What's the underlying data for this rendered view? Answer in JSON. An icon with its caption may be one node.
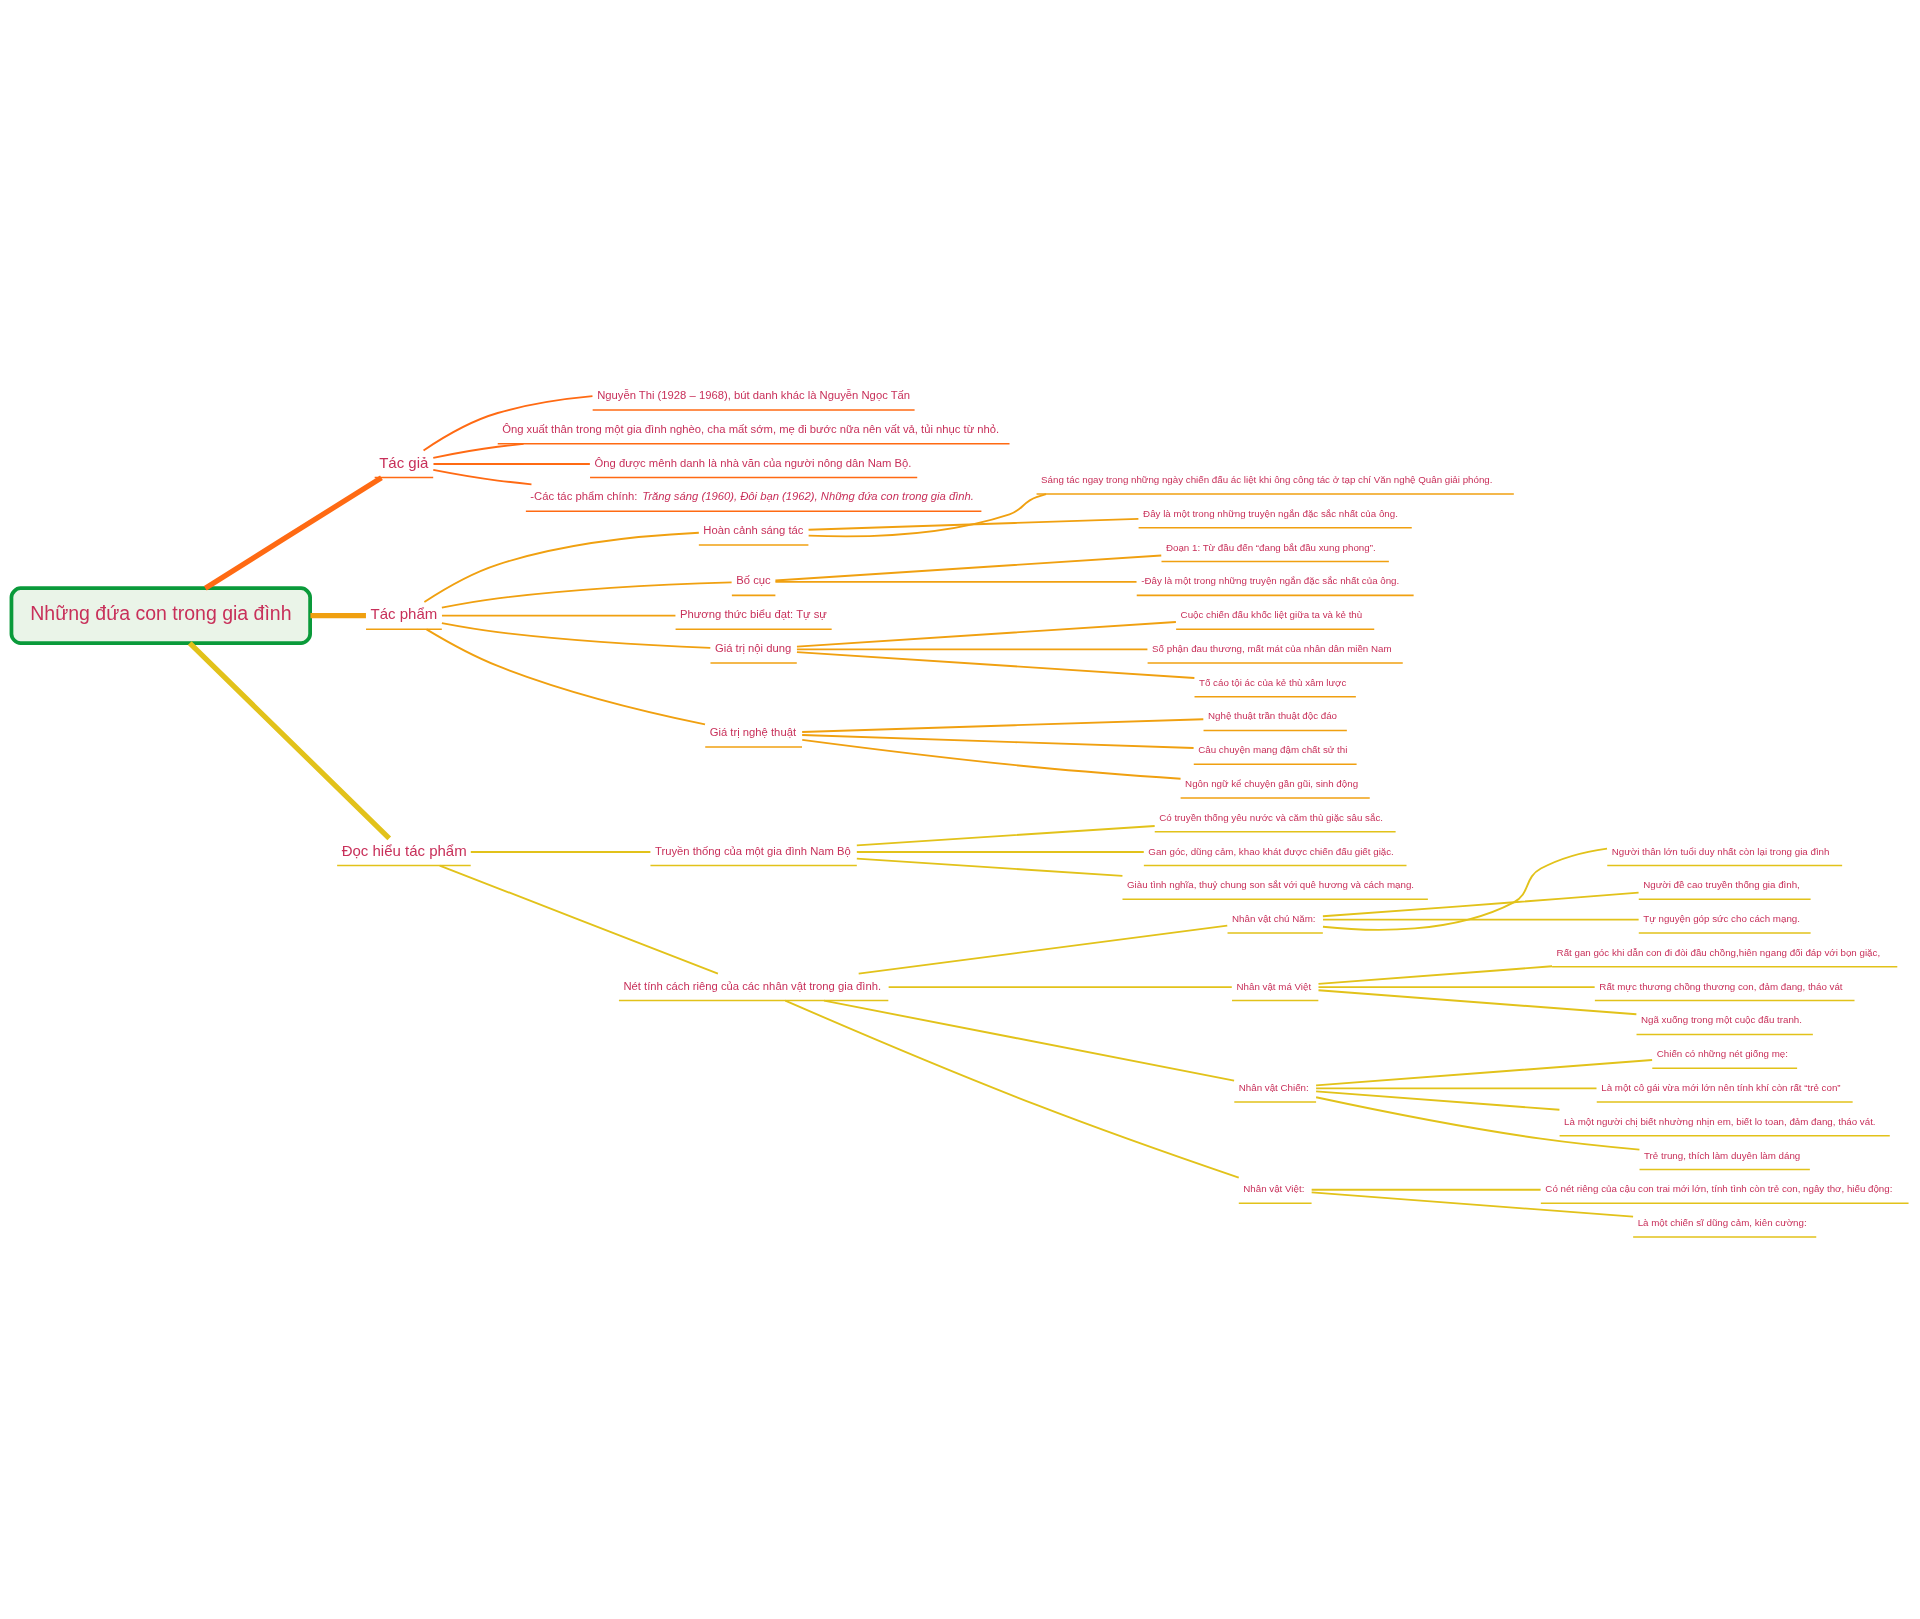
{
  "diagram": {
    "nodes": [
      {
        "text": [
          "Những đứa con trong gia đình"
        ]
      },
      {
        "text": [
          "Tác giả"
        ]
      },
      {
        "text": [
          "Nguyễn Thi (1928 – 1968), bút danh khác là Nguyễn Ngọc Tấn"
        ]
      },
      {
        "text": [
          "Ông xuất thân trong một gia đình nghèo, cha mất sớm, mẹ đi bước nữa nên vất vả, tủi nhục từ nhỏ."
        ]
      },
      {
        "text": [
          "Ông được mênh danh là nhà văn của người nông dân Nam Bộ."
        ]
      },
      {
        "text": [
          "-Các tác phẩm chính: *Trăng sáng (1960), Đôi bạn (1962), Những đứa con trong gia đình.*"
        ]
      },
      {
        "text": [
          "Tác phẩm"
        ]
      },
      {
        "text": [
          "Hoàn cảnh sáng tác"
        ]
      },
      {
        "text": [
          "Sáng tác ngay trong những ngày chiến đấu ác liệt khi ông công tác ở tạp chí Văn nghệ Quân giải phóng."
        ]
      },
      {
        "text": [
          "Đây là một trong những truyện ngắn đặc sắc nhất của ông."
        ]
      },
      {
        "text": [
          "Bố cục"
        ]
      },
      {
        "text": [
          "Đoạn 1: Từ đầu đến “đang bắt đầu xung phong”."
        ]
      },
      {
        "text": [
          "-Đây là một trong những truyện ngắn đặc sắc nhất của ông."
        ]
      },
      {
        "text": [
          "Phương thức biểu đạt: Tự sự"
        ]
      },
      {
        "text": [
          "Giá trị nội dung"
        ]
      },
      {
        "text": [
          "Cuộc chiến đấu khốc liệt giữa ta và kẻ thù"
        ]
      },
      {
        "text": [
          "Số phận đau thương, mất mát của nhân dân miền Nam"
        ]
      },
      {
        "text": [
          "Tố cáo tội ác của kẻ thù xâm lược"
        ]
      },
      {
        "text": [
          "Giá trị nghệ thuật"
        ]
      },
      {
        "text": [
          "Nghệ thuật trần thuật độc đáo"
        ]
      },
      {
        "text": [
          "Câu chuyện mang đậm chất sử thi"
        ]
      },
      {
        "text": [
          "Ngôn ngữ kể chuyện gần gũi, sinh động"
        ]
      },
      {
        "text": [
          "Đọc hiểu tác phẩm"
        ]
      },
      {
        "text": [
          "Truyền thống của một gia đình Nam Bộ"
        ]
      },
      {
        "text": [
          "Có truyền thống yêu nước và căm thù giặc sâu sắc."
        ]
      },
      {
        "text": [
          "Gan góc, dũng cảm, khao khát được chiến đấu giết giặc."
        ]
      },
      {
        "text": [
          "Giàu tình nghĩa, thuỷ chung son sắt với quê hương và cách mạng."
        ]
      },
      {
        "text": [
          "Nét tính cách riêng của các nhân vật trong gia đình."
        ]
      },
      {
        "text": [
          "Nhân vật chú Năm:"
        ]
      },
      {
        "text": [
          "Người thân lớn tuổi duy nhất còn lại trong gia đình"
        ]
      },
      {
        "text": [
          "Người đề cao truyền thống gia đình,"
        ]
      },
      {
        "text": [
          "Tự nguyện góp sức cho cách mạng."
        ]
      },
      {
        "text": [
          "Nhân vật má Việt"
        ]
      },
      {
        "text": [
          "Rất gan góc khi dẫn con đi đòi đầu chồng,hiên ngang đối đáp với bọn giặc,"
        ]
      },
      {
        "text": [
          "Rất mực thương chồng thương con, đảm đang, tháo vát"
        ]
      },
      {
        "text": [
          "Ngã xuống trong một cuộc đấu tranh."
        ]
      },
      {
        "text": [
          "Nhân vật Chiến:"
        ]
      },
      {
        "text": [
          "Chiến có những nét giống mẹ:"
        ]
      },
      {
        "text": [
          "Là một cô gái vừa mới lớn nên tính khí còn rất “trẻ con”"
        ]
      },
      {
        "text": [
          "Là một người chị biết nhường nhịn em, biết lo toan, đảm đang, tháo vát."
        ]
      },
      {
        "text": [
          "Trẻ trung, thích làm duyên làm dáng"
        ]
      },
      {
        "text": [
          "Nhân vật Việt:"
        ]
      },
      {
        "text": [
          "Có nét riêng của cậu con trai mới lớn, tính tình còn trẻ con, ngây thơ, hiếu động:"
        ]
      },
      {
        "text": [
          "Là một chiến sĩ dũng cảm, kiên cường:"
        ]
      }
    ],
    "edges": [
      {
        "from": 0,
        "to": 1,
        "arrow": "none",
        "style": "thick",
        "color": "#ff6a13"
      },
      {
        "from": 1,
        "to": 2,
        "arrow": "none",
        "color": "#ff6a13"
      },
      {
        "from": 1,
        "to": 3,
        "arrow": "none",
        "color": "#ff6a13"
      },
      {
        "from": 1,
        "to": 4,
        "arrow": "none",
        "color": "#ff6a13"
      },
      {
        "from": 1,
        "to": 5,
        "arrow": "none",
        "color": "#ff6a13"
      },
      {
        "from": 0,
        "to": 6,
        "arrow": "none",
        "style": "thick",
        "color": "#f0a010"
      },
      {
        "from": 6,
        "to": 7,
        "arrow": "none",
        "color": "#f0a010"
      },
      {
        "from": 7,
        "to": 8,
        "arrow": "none",
        "color": "#f0a010"
      },
      {
        "from": 7,
        "to": 9,
        "arrow": "none",
        "color": "#f0a010"
      },
      {
        "from": 6,
        "to": 10,
        "arrow": "none",
        "color": "#f0a010"
      },
      {
        "from": 10,
        "to": 11,
        "arrow": "none",
        "color": "#f0a010"
      },
      {
        "from": 10,
        "to": 12,
        "arrow": "none",
        "color": "#f0a010"
      },
      {
        "from": 6,
        "to": 13,
        "arrow": "none",
        "color": "#f0a010"
      },
      {
        "from": 6,
        "to": 14,
        "arrow": "none",
        "color": "#f0a010"
      },
      {
        "from": 14,
        "to": 15,
        "arrow": "none",
        "color": "#f0a010"
      },
      {
        "from": 14,
        "to": 16,
        "arrow": "none",
        "color": "#f0a010"
      },
      {
        "from": 14,
        "to": 17,
        "arrow": "none",
        "color": "#f0a010"
      },
      {
        "from": 6,
        "to": 18,
        "arrow": "none",
        "color": "#f0a010"
      },
      {
        "from": 18,
        "to": 19,
        "arrow": "none",
        "color": "#f0a010"
      },
      {
        "from": 18,
        "to": 20,
        "arrow": "none",
        "color": "#f0a010"
      },
      {
        "from": 18,
        "to": 21,
        "arrow": "none",
        "color": "#f0a010"
      },
      {
        "from": 0,
        "to": 22,
        "arrow": "none",
        "style": "thick"
      },
      {
        "from": 22,
        "to": 23,
        "arrow": "none"
      },
      {
        "from": 23,
        "to": 24,
        "arrow": "none"
      },
      {
        "from": 23,
        "to": 25,
        "arrow": "none"
      },
      {
        "from": 23,
        "to": 26,
        "arrow": "none"
      },
      {
        "from": 22,
        "to": 27,
        "arrow": "none"
      },
      {
        "from": 27,
        "to": 28,
        "arrow": "none"
      },
      {
        "from": 28,
        "to": 29,
        "arrow": "none"
      },
      {
        "from": 28,
        "to": 30,
        "arrow": "none"
      },
      {
        "from": 28,
        "to": 31,
        "arrow": "none"
      },
      {
        "from": 27,
        "to": 32,
        "arrow": "none"
      },
      {
        "from": 32,
        "to": 33,
        "arrow": "none"
      },
      {
        "from": 32,
        "to": 34,
        "arrow": "none"
      },
      {
        "from": 32,
        "to": 35,
        "arrow": "none"
      },
      {
        "from": 27,
        "to": 36,
        "arrow": "none"
      },
      {
        "from": 36,
        "to": 37,
        "arrow": "none"
      },
      {
        "from": 36,
        "to": 38,
        "arrow": "none"
      },
      {
        "from": 36,
        "to": 39,
        "arrow": "none"
      },
      {
        "from": 36,
        "to": 40,
        "arrow": "none"
      },
      {
        "from": 27,
        "to": 41,
        "arrow": "none"
      },
      {
        "from": 41,
        "to": 42,
        "arrow": "none"
      },
      {
        "from": 41,
        "to": 43,
        "arrow": "none"
      }
    ]
  }
}
